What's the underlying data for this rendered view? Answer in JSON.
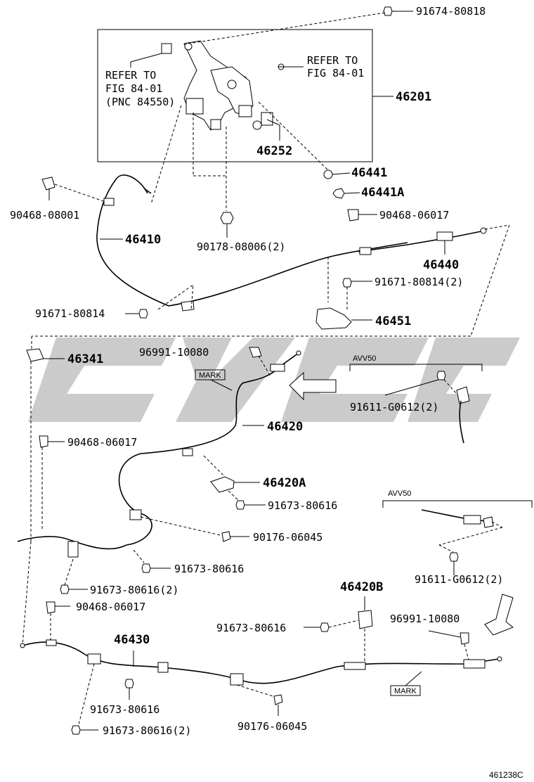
{
  "labels": {
    "p91674_80818": "91674-80818",
    "refer_left_1": "REFER TO",
    "refer_left_2": "FIG 84-01",
    "refer_left_3": "(PNC 84550)",
    "refer_right_1": "REFER TO",
    "refer_right_2": "FIG 84-01",
    "p46201": "46201",
    "p46252": "46252",
    "p46441": "46441",
    "p46441A": "46441A",
    "p90468_08001": "90468-08001",
    "p90468_06017_a": "90468-06017",
    "p46410": "46410",
    "p90178_08006": "90178-08006(2)",
    "p46440": "46440",
    "p91671_80814_2": "91671-80814(2)",
    "p91671_80814": "91671-80814",
    "p46451": "46451",
    "p46341": "46341",
    "p96991_10080_a": "96991-10080",
    "avv50_a": "AVV50",
    "mark_a": "MARK",
    "p91611_g0612_a": "91611-G0612(2)",
    "p46420": "46420",
    "p90468_06017_b": "90468-06017",
    "p46420A": "46420A",
    "p91673_80616_a": "91673-80616",
    "avv50_b": "AVV50",
    "p90176_06045_a": "90176-06045",
    "p91673_80616_b": "91673-80616",
    "p91673_80616_c": "91673-80616(2)",
    "p91611_g0612_b": "91611-G0612(2)",
    "p90468_06017_c": "90468-06017",
    "p46420B": "46420B",
    "p91673_80616_d": "91673-80616",
    "p96991_10080_b": "96991-10080",
    "p46430": "46430",
    "mark_b": "MARK",
    "p91673_80616_e": "91673-80616",
    "p90176_06045_b": "90176-06045",
    "p91673_80616_f": "91673-80616(2)",
    "figure_code": "461238C"
  }
}
